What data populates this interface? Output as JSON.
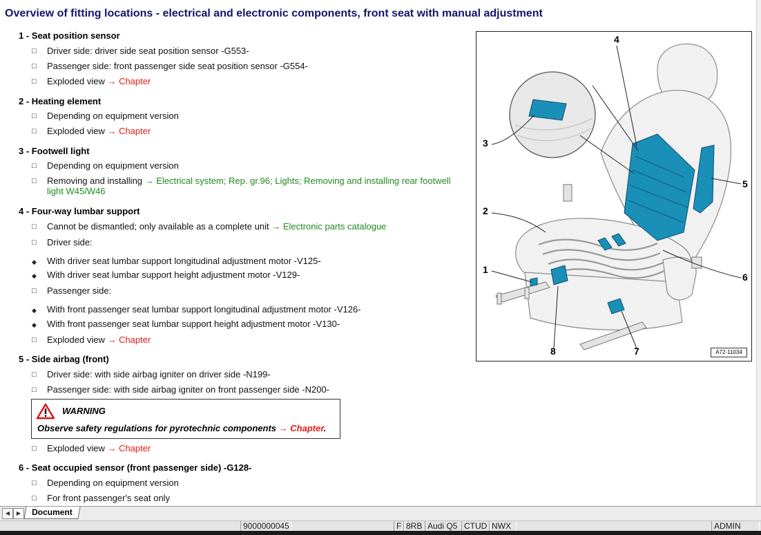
{
  "title": "Overview of fitting locations - electrical and electronic components, front seat with manual adjustment",
  "sections": {
    "s1": {
      "heading": "1 - Seat position sensor",
      "i1": "Driver side: driver side seat position sensor -G553-",
      "i2": "Passenger side: front passenger side seat position sensor -G554-",
      "i3": "Exploded view",
      "link": "→ Chapter"
    },
    "s2": {
      "heading": "2 - Heating element",
      "i1": "Depending on equipment version",
      "i2": "Exploded view",
      "link": "→ Chapter"
    },
    "s3": {
      "heading": "3 - Footwell light",
      "i1": "Depending on equipment version",
      "i2": "Removing and installing",
      "link": "→ Electrical system; Rep. gr.96; Lights; Removing and installing rear footwell light W45/W46"
    },
    "s4": {
      "heading": "4 - Four-way lumbar support",
      "i1": "Cannot be dismantled; only available as a complete unit",
      "i1_link": "→ Electronic parts catalogue",
      "i2": "Driver side:",
      "i3": "With driver seat lumbar support longitudinal adjustment motor -V125-",
      "i4": "With driver seat lumbar support height adjustment motor -V129-",
      "i5": "Passenger side:",
      "i6": "With front passenger seat lumbar support longitudinal adjustment motor -V126-",
      "i7": "With front passenger seat lumbar support height adjustment motor -V130-",
      "i8": "Exploded view",
      "link": "→ Chapter"
    },
    "s5": {
      "heading": "5 - Side airbag (front)",
      "i1": "Driver side: with side airbag igniter on driver side -N199-",
      "i2": "Passenger side: with side airbag igniter on front passenger side -N200-",
      "warning_title": "WARNING",
      "warning_text": "Observe safety regulations for pyrotechnic components",
      "warning_link": "→ Chapter",
      "warning_end": ".",
      "i3": "Exploded view",
      "link": "→ Chapter"
    },
    "s6": {
      "heading": "6 - Seat occupied sensor (front passenger side) -G128-",
      "i1": "Depending on equipment version",
      "i2": "For front passenger's seat only"
    }
  },
  "bullets": {
    "square": "□",
    "diamond": "◆"
  },
  "figure": {
    "code": "A72-11034",
    "callouts": [
      "1",
      "2",
      "3",
      "4",
      "5",
      "6",
      "7",
      "8"
    ],
    "component_color": "#1a8fb8"
  },
  "tabs": {
    "active": "Document"
  },
  "status": {
    "doc_number": "9000000045",
    "f": "F",
    "rb": "8RB",
    "model": "Audi Q5",
    "ctud": "CTUD",
    "nwx": "NWX",
    "user": "ADMIN"
  }
}
